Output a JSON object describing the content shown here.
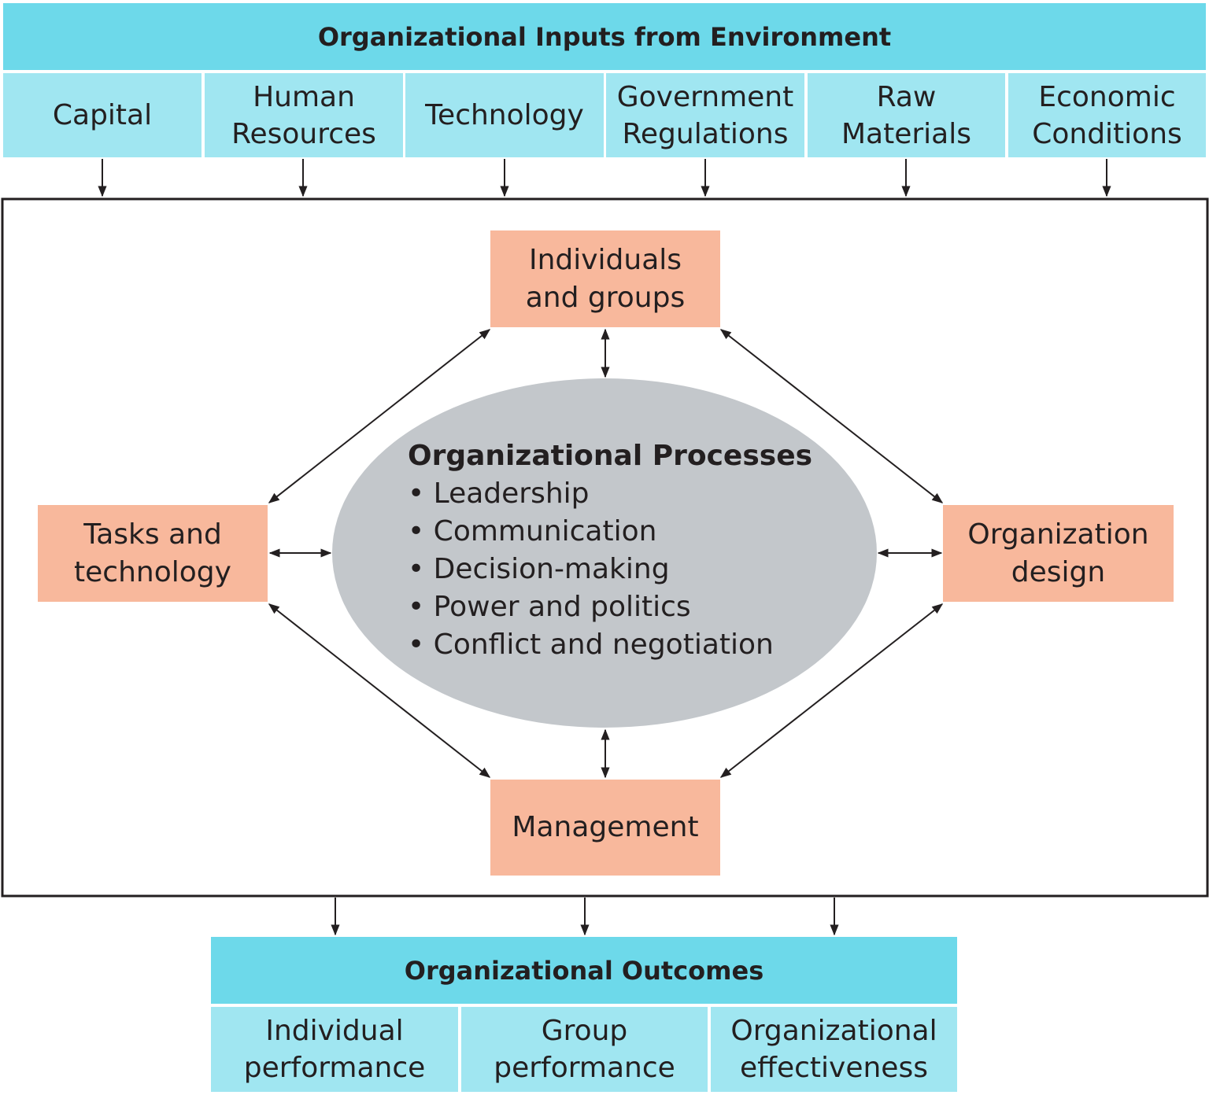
{
  "inputs": {
    "title": "Organizational Inputs from Environment",
    "items": [
      {
        "line1": "Capital",
        "line2": ""
      },
      {
        "line1": "Human",
        "line2": "Resources"
      },
      {
        "line1": "Technology",
        "line2": ""
      },
      {
        "line1": "Government",
        "line2": "Regulations"
      },
      {
        "line1": "Raw",
        "line2": "Materials"
      },
      {
        "line1": "Economic",
        "line2": "Conditions"
      }
    ]
  },
  "nodes": {
    "top": {
      "line1": "Individuals",
      "line2": "and groups"
    },
    "left": {
      "line1": "Tasks and",
      "line2": "technology"
    },
    "right": {
      "line1": "Organization",
      "line2": "design"
    },
    "bottom": {
      "line1": "Management"
    }
  },
  "processes": {
    "title": "Organizational Processes",
    "items": [
      "• Leadership",
      "• Communication",
      "• Decision-making",
      "• Power and politics",
      "• Conflict and negotiation"
    ]
  },
  "outcomes": {
    "title": "Organizational Outcomes",
    "items": [
      {
        "line1": "Individual",
        "line2": "performance"
      },
      {
        "line1": "Group",
        "line2": "performance"
      },
      {
        "line1": "Organizational",
        "line2": "effectiveness"
      }
    ]
  },
  "colors": {
    "header": "#6dd9ea",
    "cell": "#a0e6f1",
    "node": "#f8b89c",
    "ellipse": "#c3c7cb"
  }
}
